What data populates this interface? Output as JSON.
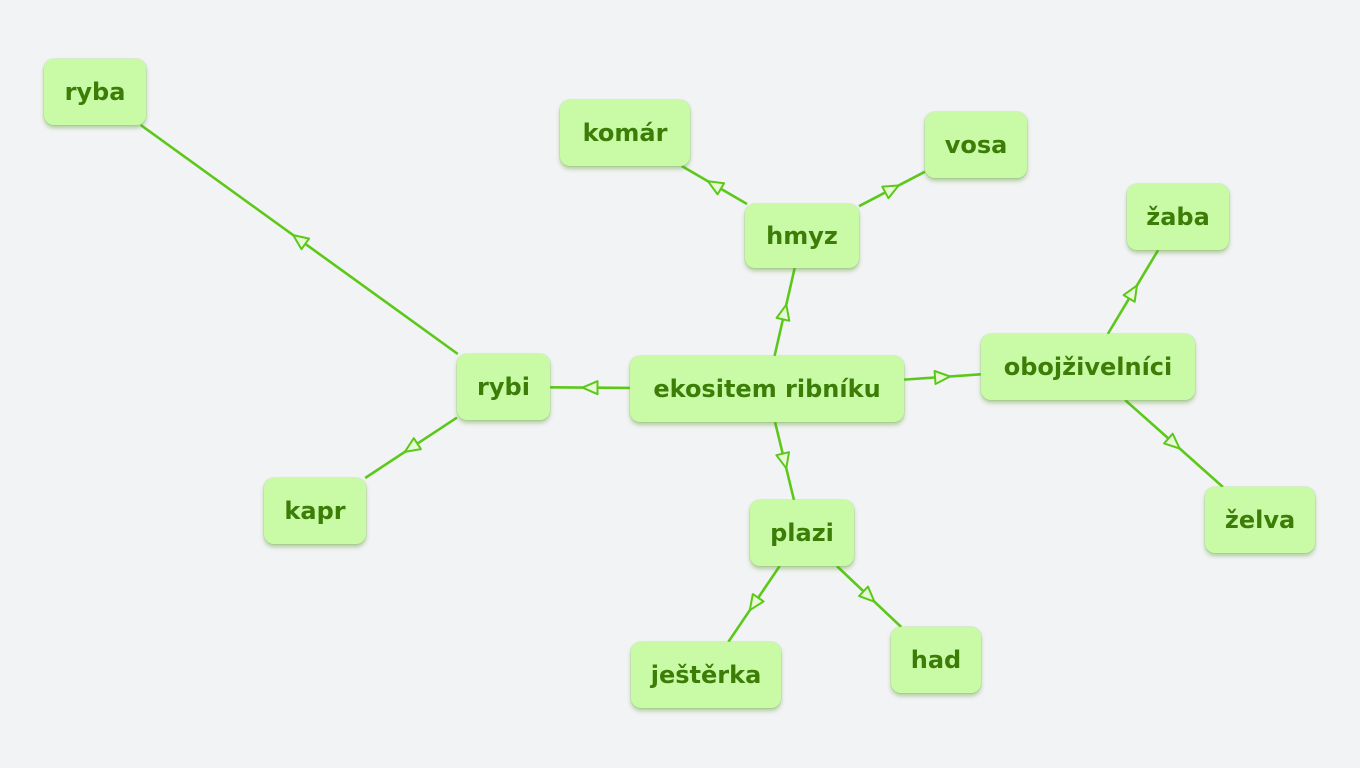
{
  "colors": {
    "background": "#f2f3f5",
    "node_fill": "#c9fba7",
    "node_text": "#3b7d07",
    "edge": "#5cc91a"
  },
  "nodes": {
    "root": "ekositem ribníku",
    "hmyz": "hmyz",
    "komar": "komár",
    "vosa": "vosa",
    "obojzivelnici": "obojživelníci",
    "zaba": "žaba",
    "zelva": "želva",
    "plazi": "plazi",
    "jesterka": "ještěrka",
    "had": "had",
    "rybi": "rybi",
    "ryba": "ryba",
    "kapr": "kapr"
  },
  "edges": [
    {
      "from": "root",
      "to": "hmyz"
    },
    {
      "from": "root",
      "to": "obojzivelnici"
    },
    {
      "from": "root",
      "to": "plazi"
    },
    {
      "from": "root",
      "to": "rybi"
    },
    {
      "from": "hmyz",
      "to": "komar"
    },
    {
      "from": "hmyz",
      "to": "vosa"
    },
    {
      "from": "obojzivelnici",
      "to": "zaba"
    },
    {
      "from": "obojzivelnici",
      "to": "zelva"
    },
    {
      "from": "plazi",
      "to": "jesterka"
    },
    {
      "from": "plazi",
      "to": "had"
    },
    {
      "from": "rybi",
      "to": "ryba"
    },
    {
      "from": "rybi",
      "to": "kapr"
    }
  ]
}
